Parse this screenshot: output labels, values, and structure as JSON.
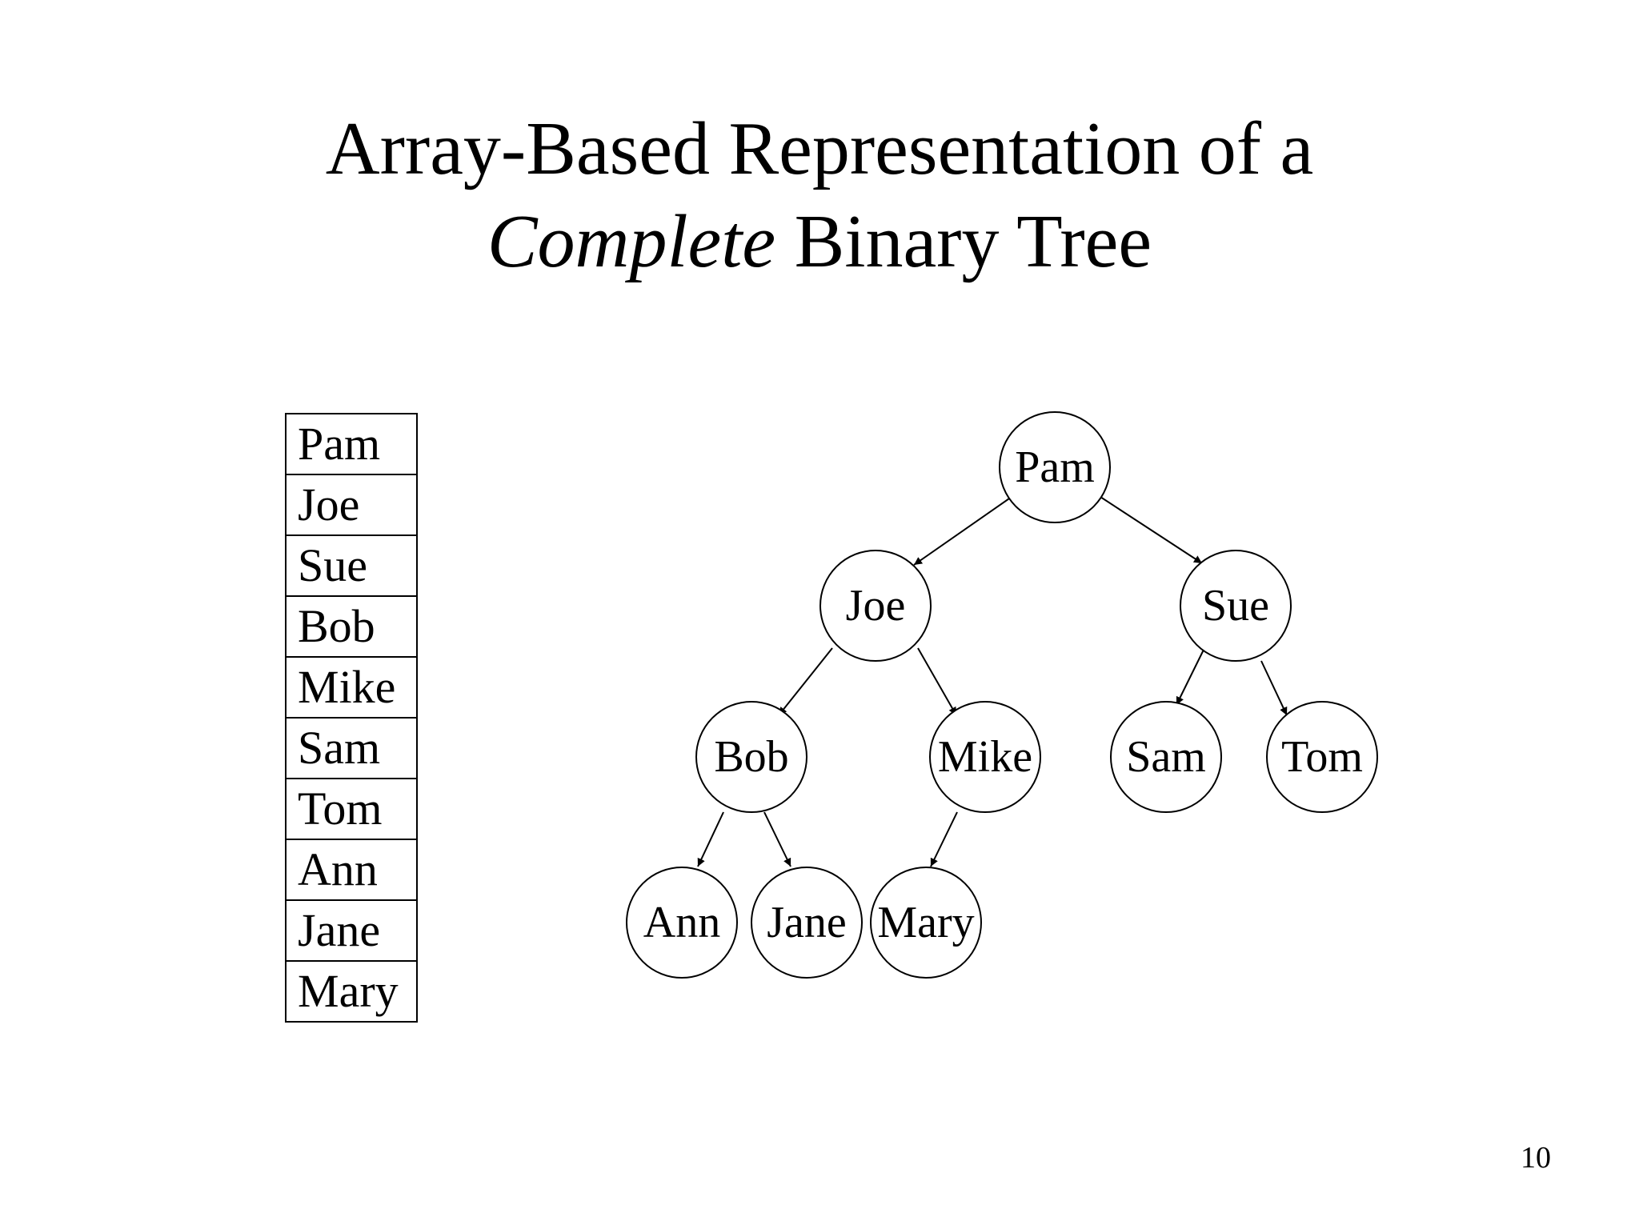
{
  "title": {
    "line1": "Array-Based Representation of a",
    "line2_italic": "Complete",
    "line2_rest": " Binary Tree"
  },
  "array": [
    "Pam",
    "Joe",
    "Sue",
    "Bob",
    "Mike",
    "Sam",
    "Tom",
    "Ann",
    "Jane",
    "Mary"
  ],
  "tree": {
    "nodes": [
      "Pam",
      "Joe",
      "Sue",
      "Bob",
      "Mike",
      "Sam",
      "Tom",
      "Ann",
      "Jane",
      "Mary"
    ],
    "edges": [
      [
        "Pam",
        "Joe"
      ],
      [
        "Pam",
        "Sue"
      ],
      [
        "Joe",
        "Bob"
      ],
      [
        "Joe",
        "Mike"
      ],
      [
        "Sue",
        "Sam"
      ],
      [
        "Sue",
        "Tom"
      ],
      [
        "Bob",
        "Ann"
      ],
      [
        "Bob",
        "Jane"
      ],
      [
        "Mike",
        "Mary"
      ]
    ]
  },
  "page_number": "10"
}
